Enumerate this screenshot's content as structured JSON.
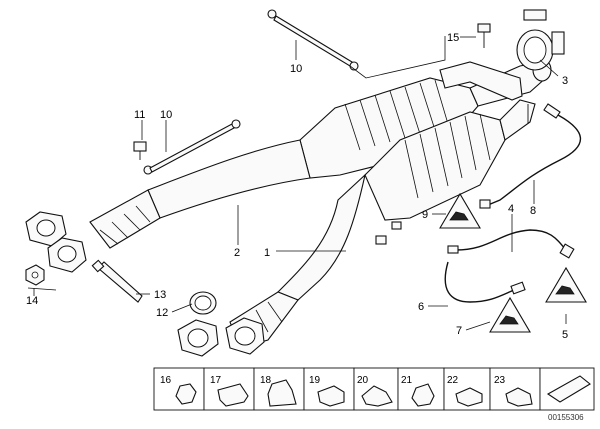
{
  "callouts": {
    "c1": "1",
    "c2": "2",
    "c3": "3",
    "c4": "4",
    "c5": "5",
    "c6": "6",
    "c7": "7",
    "c8": "8",
    "c9": "9",
    "c10a": "10",
    "c10b": "10",
    "c11": "11",
    "c12": "12",
    "c13": "13",
    "c14": "14",
    "c15": "15"
  },
  "strip": {
    "c16": "16",
    "c17": "17",
    "c18": "18",
    "c19": "19",
    "c20": "20",
    "c21": "21",
    "c22": "22",
    "c23": "23"
  },
  "doc_id": "00155306"
}
